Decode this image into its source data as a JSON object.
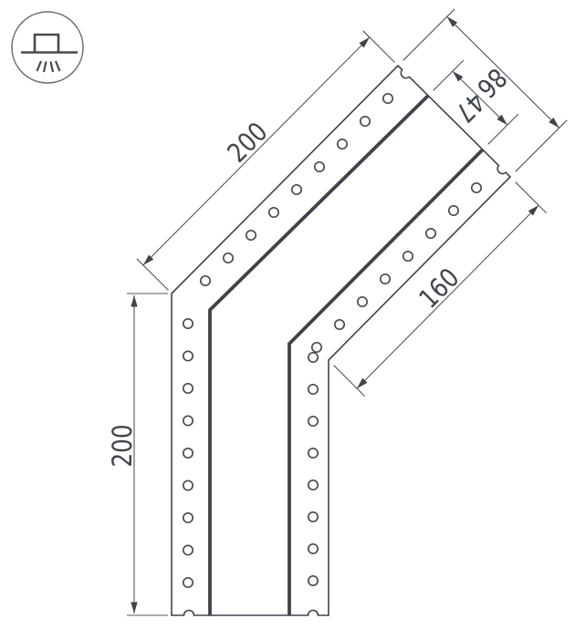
{
  "drawing": {
    "kind": "profile-corner-dimension-drawing",
    "dimensions": {
      "diagonal_outer_length": "200",
      "vertical_outer_length": "200",
      "right_inner_length": "160",
      "profile_outer_width": "86",
      "channel_inner_width": "47"
    },
    "icon": {
      "name": "surface-mounted-luminaire-icon"
    },
    "colors": {
      "line": "#3e444b",
      "dimension_line": "#50565c",
      "background": "#ffffff"
    }
  }
}
